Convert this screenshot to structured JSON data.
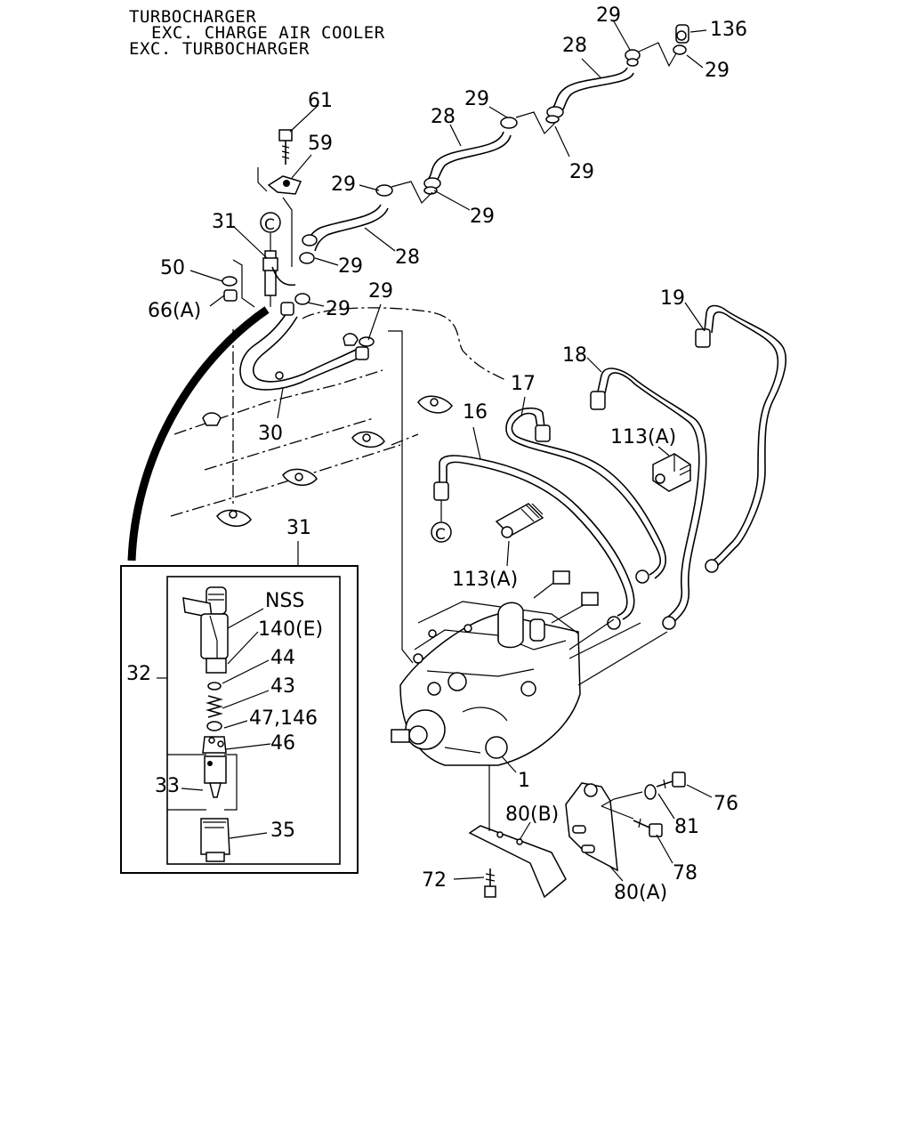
{
  "header": {
    "line1": "TURBOCHARGER",
    "line2": "EXC. CHARGE AIR COOLER",
    "line3": "EXC. TURBOCHARGER"
  },
  "callouts": {
    "c29a": "29",
    "c136": "136",
    "c29b": "29",
    "c28a": "28",
    "c29c": "29",
    "c29d": "29",
    "c28b": "28",
    "c61": "61",
    "c59": "59",
    "c29e": "29",
    "c29f": "29",
    "c31a": "31",
    "c28c": "28",
    "c29g": "29",
    "c50": "50",
    "c66a": "66(A)",
    "c29h": "29",
    "c29i": "29",
    "c19": "19",
    "c18": "18",
    "c17": "17",
    "c16": "16",
    "c113a": "113(A)",
    "c30": "30",
    "c31b": "31",
    "c113b": "113(A)",
    "cNSS": "NSS",
    "c140e": "140(E)",
    "c44": "44",
    "c43": "43",
    "c47146": "47,146",
    "c46": "46",
    "c32": "32",
    "c33": "33",
    "c35": "35",
    "c1": "1",
    "c76": "76",
    "c80b": "80(B)",
    "c81": "81",
    "c78": "78",
    "c72": "72",
    "c80a": "80(A)"
  },
  "connector_marks": {
    "upper": "C",
    "lower": "C"
  }
}
